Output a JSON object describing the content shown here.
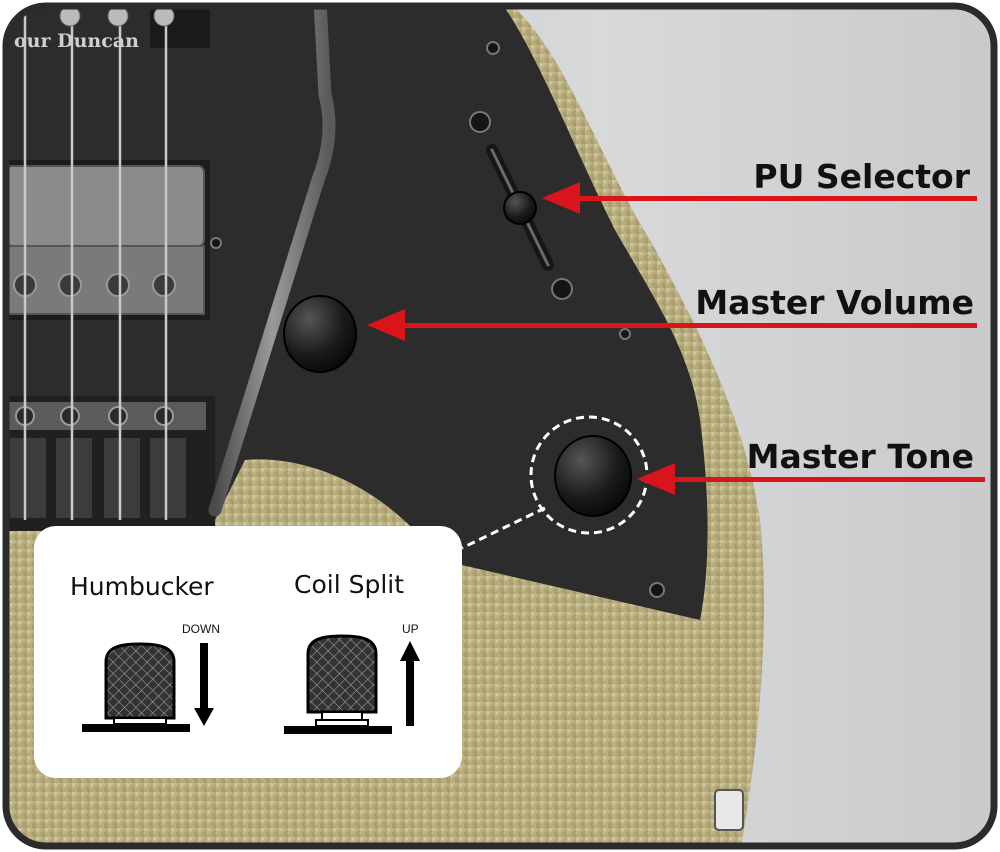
{
  "logo_text": "our Duncan",
  "callouts": {
    "pu_selector": "PU Selector",
    "master_volume": "Master Volume",
    "master_tone": "Master Tone"
  },
  "inset": {
    "humbucker": {
      "title": "Humbucker",
      "direction": "DOWN"
    },
    "coil_split": {
      "title": "Coil Split",
      "direction": "UP"
    }
  },
  "colors": {
    "arrow": "#d9141b",
    "pickguard": "#2c2c2c",
    "body_sparkle": "#b9ae7e",
    "background": "#cfd0d1",
    "frame_border": "#2b2b2b"
  }
}
